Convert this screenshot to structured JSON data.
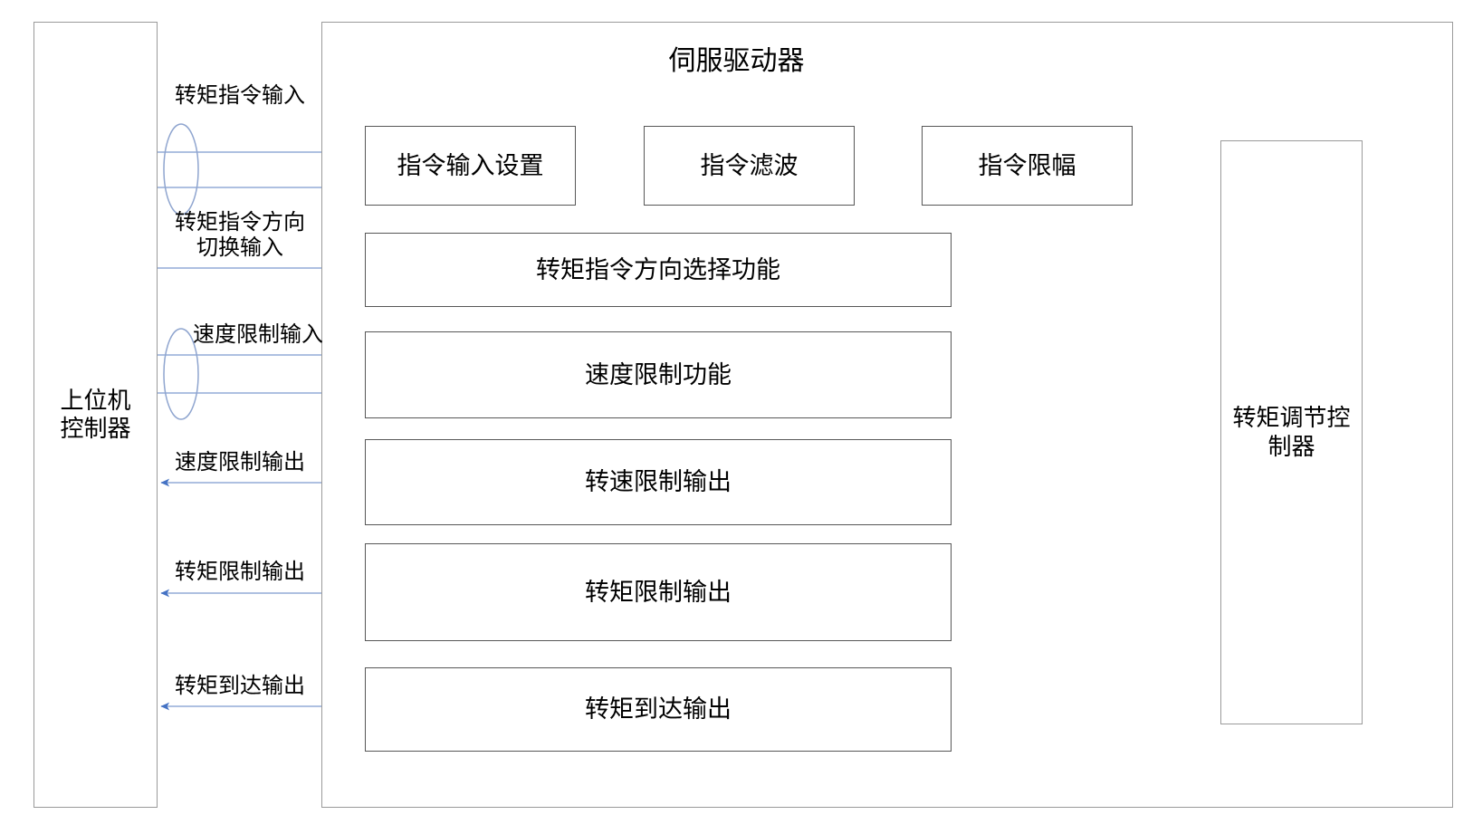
{
  "diagram": {
    "type": "block-diagram",
    "title": "伺服驱动器",
    "host": {
      "label": "上位机\n控制器"
    },
    "controller": {
      "label": "转矩调节控\n制器"
    },
    "pipeline": [
      {
        "id": "cmd-input-setting",
        "label": "指令输入设置"
      },
      {
        "id": "cmd-filter",
        "label": "指令滤波"
      },
      {
        "id": "cmd-limit",
        "label": "指令限幅"
      }
    ],
    "functions": [
      {
        "id": "torque-cmd-direction-select",
        "label": "转矩指令方向选择功能"
      },
      {
        "id": "speed-limit-function",
        "label": "速度限制功能"
      },
      {
        "id": "speed-limit-output",
        "label": "转速限制输出"
      },
      {
        "id": "torque-limit-output",
        "label": "转矩限制输出"
      },
      {
        "id": "torque-reached-output",
        "label": "转矩到达输出"
      }
    ],
    "signals": [
      {
        "id": "torque-command-input",
        "label": "转矩指令输入",
        "direction": "in",
        "grouped": true
      },
      {
        "id": "torque-command-direction-switch-input",
        "label": "转矩指令方向\n切换输入",
        "direction": "in",
        "grouped": false
      },
      {
        "id": "speed-limit-input",
        "label": "速度限制输入",
        "direction": "in",
        "grouped": true
      },
      {
        "id": "speed-limit-output-signal",
        "label": "速度限制输出",
        "direction": "out",
        "grouped": false
      },
      {
        "id": "torque-limit-output-signal",
        "label": "转矩限制输出",
        "direction": "out",
        "grouped": false
      },
      {
        "id": "torque-reached-output-signal",
        "label": "转矩到达输出",
        "direction": "out",
        "grouped": false
      }
    ],
    "colors": {
      "arrow": "#4472c4",
      "wire": "#a3b7dd",
      "box_border": "#575757",
      "outer_border": "#9a9a9a",
      "ellipse": "#8fa5cf",
      "text": "#000000",
      "background": "#ffffff"
    }
  }
}
